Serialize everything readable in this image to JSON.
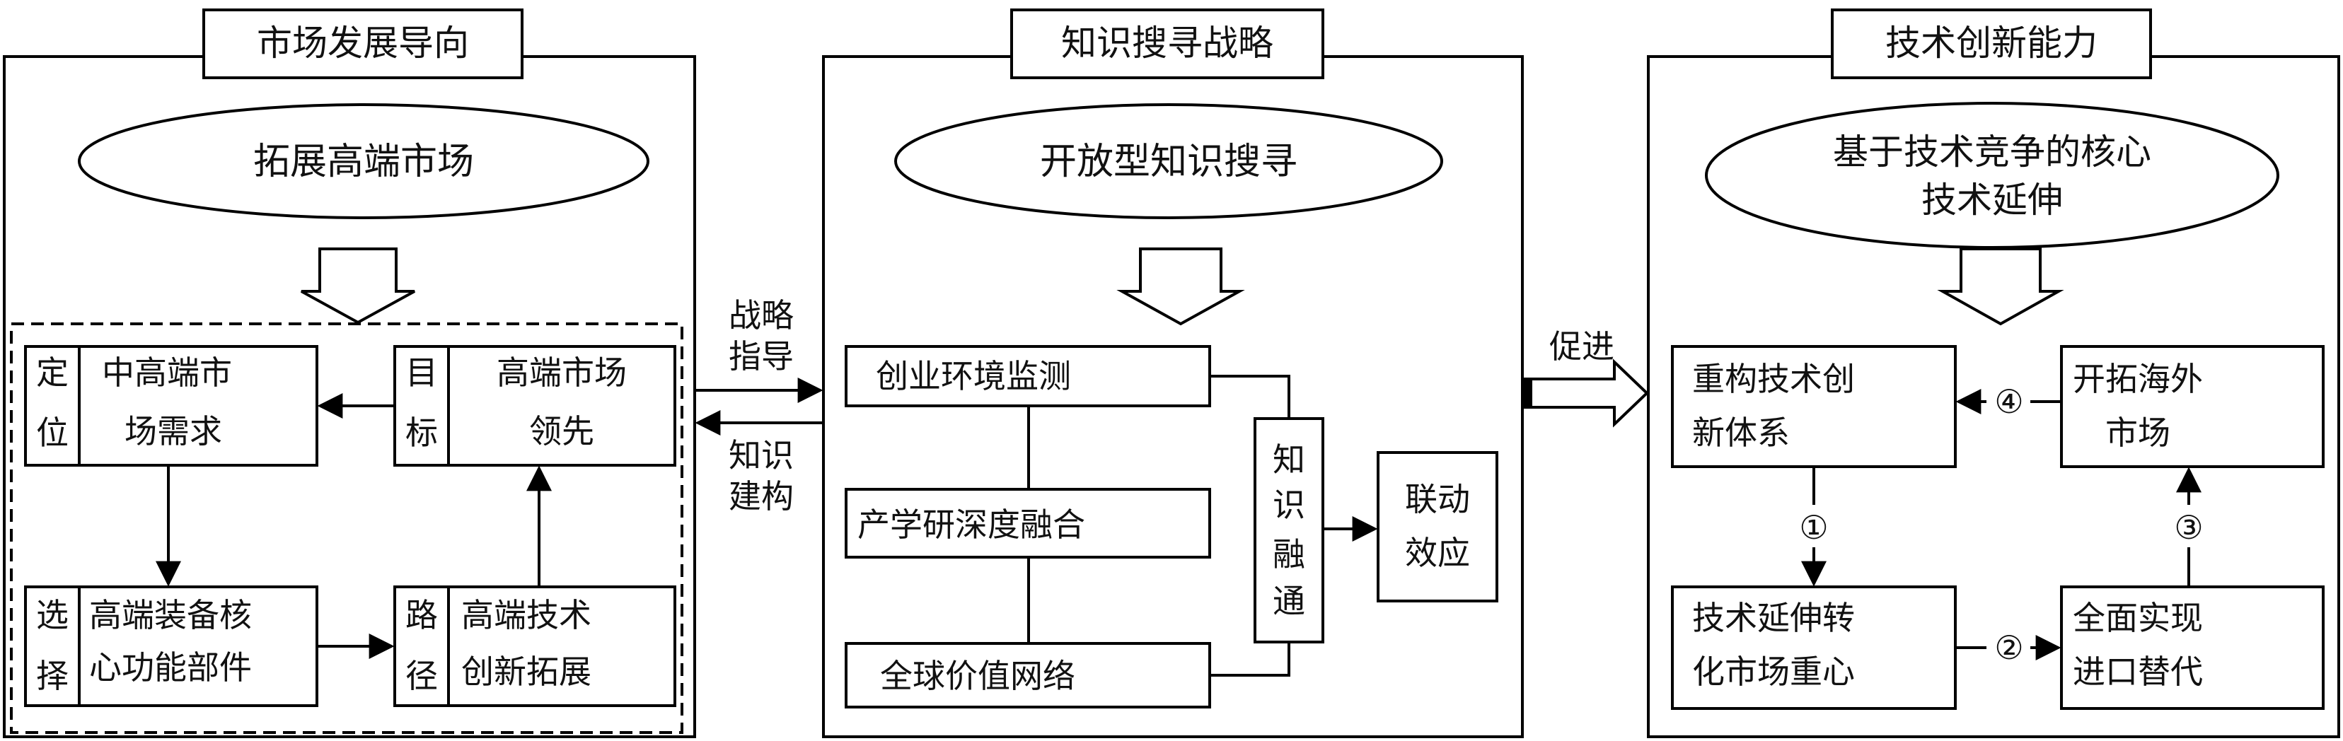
{
  "panels": {
    "market": {
      "title": "市场发展导向",
      "ellipse": "拓展高端市场",
      "box1_side": [
        "定",
        "位"
      ],
      "box1_text": [
        "中高端市",
        "场需求"
      ],
      "box2_side": [
        "目",
        "标"
      ],
      "box2_text": [
        "高端市场",
        "领先"
      ],
      "box3_side": [
        "选",
        "择"
      ],
      "box3_text": [
        "高端装备核",
        "心功能部件"
      ],
      "box4_side": [
        "路",
        "径"
      ],
      "box4_text": [
        "高端技术",
        "创新拓展"
      ]
    },
    "knowledge": {
      "title": "知识搜寻战略",
      "ellipse": "开放型知识搜寻",
      "item1": "创业环境监测",
      "item2": "产学研深度融合",
      "item3": "全球价值网络",
      "fusion": [
        "知",
        "识",
        "融",
        "通"
      ],
      "effect": [
        "联动",
        "效应"
      ]
    },
    "tech": {
      "title": "技术创新能力",
      "ellipse": [
        "基于技术竞争的核心",
        "技术延伸"
      ],
      "box1": [
        "重构技术创",
        "新体系"
      ],
      "box2": [
        "开拓海外",
        "市场"
      ],
      "box3": [
        "技术延伸转",
        "化市场重心"
      ],
      "box4": [
        "全面实现",
        "进口替代"
      ],
      "step1": "①",
      "step2": "②",
      "step3": "③",
      "step4": "④"
    }
  },
  "connectors": {
    "guide": [
      "战略",
      "指导"
    ],
    "build": [
      "知识",
      "建构"
    ],
    "promote": "促进"
  }
}
